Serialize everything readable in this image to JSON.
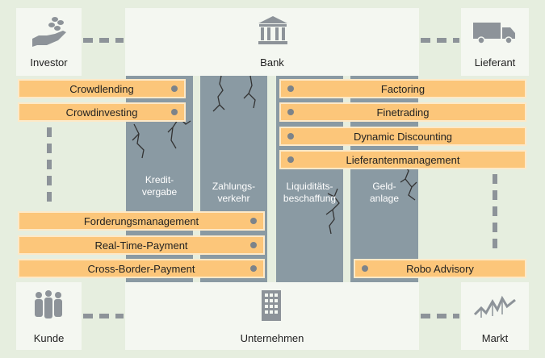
{
  "nodes": {
    "investor": "Investor",
    "bank": "Bank",
    "lieferant": "Lieferant",
    "kunde": "Kunde",
    "unternehmen": "Unternehmen",
    "markt": "Markt"
  },
  "pillars": {
    "kreditvergabe": [
      "Kredit-",
      "vergabe"
    ],
    "zahlungsverkehr": [
      "Zahlungs-",
      "verkehr"
    ],
    "liquiditaetsbeschaffung": [
      "Liquiditäts-",
      "beschaffung"
    ],
    "geldanlage": [
      "Geld-",
      "anlage"
    ]
  },
  "bars": {
    "crowdlending": "Crowdlending",
    "crowdinvesting": "Crowdinvesting",
    "factoring": "Factoring",
    "finetrading": "Finetrading",
    "dynamic_discounting": "Dynamic Discounting",
    "lieferantenmanagement": "Lieferantenmanagement",
    "forderungsmanagement": "Forderungsmanagement",
    "real_time_payment": "Real-Time-Payment",
    "cross_border_payment": "Cross-Border-Payment",
    "robo_advisory": "Robo Advisory"
  },
  "colors": {
    "background": "#e6eedf",
    "panel": "#f4f7f1",
    "pillar": "#8a9aa3",
    "bar": "#fcc67a",
    "icon": "#8d9399",
    "dots": "#7c838a"
  }
}
